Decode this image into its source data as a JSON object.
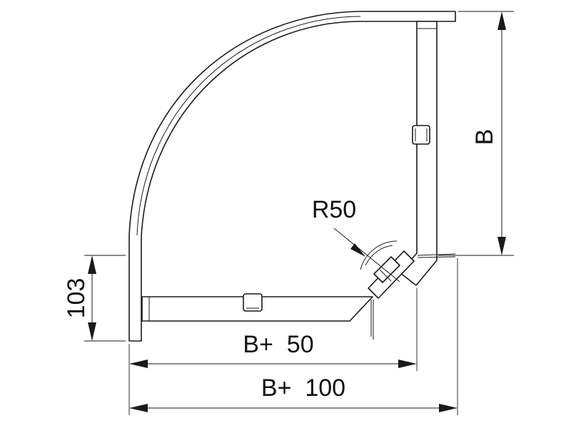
{
  "dimensions": {
    "height_B": "B",
    "radius": "R50",
    "side_height": "103",
    "inner_width": "B+  50",
    "outer_width": "B+  100"
  }
}
